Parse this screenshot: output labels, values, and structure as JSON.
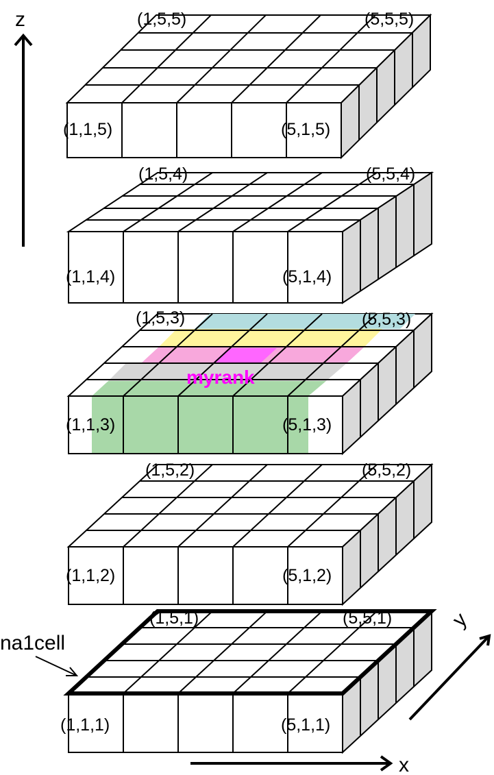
{
  "axes": {
    "x": "x",
    "y": "y",
    "z": "z"
  },
  "layers": [
    {
      "z": 5,
      "labels": {
        "back_left": "(1,5,5)",
        "back_right": "(5,5,5)",
        "front_left": "(1,1,5)",
        "front_right": "(5,1,5)"
      }
    },
    {
      "z": 4,
      "labels": {
        "back_left": "(1,5,4)",
        "back_right": "(5,5,4)",
        "front_left": "(1,1,4)",
        "front_right": "(5,1,4)"
      }
    },
    {
      "z": 3,
      "labels": {
        "back_left": "(1,5,3)",
        "back_right": "(5,5,3)",
        "front_left": "(1,1,3)",
        "front_right": "(5,1,3)"
      }
    },
    {
      "z": 2,
      "labels": {
        "back_left": "(1,5,2)",
        "back_right": "(5,5,2)",
        "front_left": "(1,1,2)",
        "front_right": "(5,1,2)"
      }
    },
    {
      "z": 1,
      "labels": {
        "back_left": "(1,5,1)",
        "back_right": "(5,5,1)",
        "front_left": "(1,1,1)",
        "front_right": "(5,1,1)"
      }
    }
  ],
  "highlight": {
    "layer_z": 3,
    "label": "myrank",
    "label_color": "#ff00ff",
    "row_colors": [
      "#b3dde0",
      "#fff59d",
      "#f8a8dc",
      "#d6d6d6",
      "#a8d8a8"
    ],
    "cell_color": "#ff66ff"
  },
  "annotation": {
    "text": "na1cell"
  }
}
